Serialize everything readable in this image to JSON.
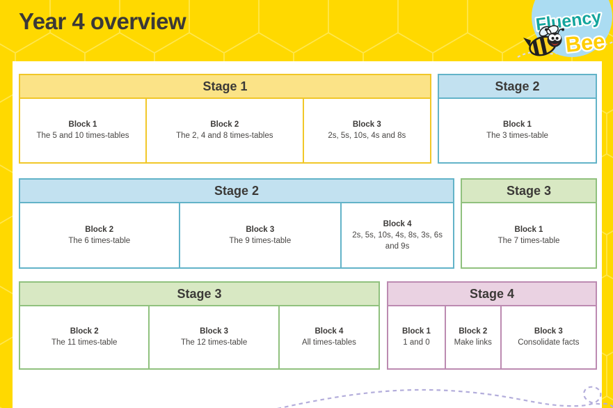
{
  "page": {
    "title": "Year 4 overview"
  },
  "logo": {
    "word1": "Fluency",
    "word2": "Bee"
  },
  "colors": {
    "background": "#FFD900",
    "hex_lines": "#FFE74F",
    "sheet": "#FFFFFF",
    "text": "#3B3937",
    "trail": "#B3ADDB",
    "logo_circle": "#ABDCF2",
    "logo_word1": "#14A59D",
    "logo_word2": "#FFCD05"
  },
  "themes": {
    "yellow": {
      "fill": "#FBE387",
      "border": "#F1C728"
    },
    "blue": {
      "fill": "#C2E1F0",
      "border": "#62B3C8"
    },
    "green": {
      "fill": "#D8E8C3",
      "border": "#90C17E"
    },
    "pink": {
      "fill": "#EAD2E2",
      "border": "#BC8AB1"
    }
  },
  "tables": [
    {
      "stage": "Stage 1",
      "theme": "yellow",
      "blocks": [
        {
          "title": "Block 1",
          "desc": "The 5 and 10 times-tables"
        },
        {
          "title": "Block 2",
          "desc": "The 2, 4 and 8 times-tables"
        },
        {
          "title": "Block 3",
          "desc": "2s, 5s, 10s, 4s and 8s"
        }
      ]
    },
    {
      "stage": "Stage 2",
      "theme": "blue",
      "blocks": [
        {
          "title": "Block 1",
          "desc": "The 3 times-table"
        }
      ]
    },
    {
      "stage": "Stage 2",
      "theme": "blue",
      "blocks": [
        {
          "title": "Block 2",
          "desc": "The 6 times-table"
        },
        {
          "title": "Block 3",
          "desc": "The 9 times-table"
        },
        {
          "title": "Block 4",
          "desc": "2s, 5s, 10s, 4s, 8s, 3s, 6s and 9s"
        }
      ]
    },
    {
      "stage": "Stage 3",
      "theme": "green",
      "blocks": [
        {
          "title": "Block 1",
          "desc": "The 7 times-table"
        }
      ]
    },
    {
      "stage": "Stage 3",
      "theme": "green",
      "blocks": [
        {
          "title": "Block 2",
          "desc": "The 11 times-table"
        },
        {
          "title": "Block 3",
          "desc": "The 12 times-table"
        },
        {
          "title": "Block 4",
          "desc": "All times-tables"
        }
      ]
    },
    {
      "stage": "Stage 4",
      "theme": "pink",
      "blocks": [
        {
          "title": "Block 1",
          "desc": "1 and 0"
        },
        {
          "title": "Block 2",
          "desc": "Make links"
        },
        {
          "title": "Block 3",
          "desc": "Consolidate facts"
        }
      ]
    }
  ]
}
